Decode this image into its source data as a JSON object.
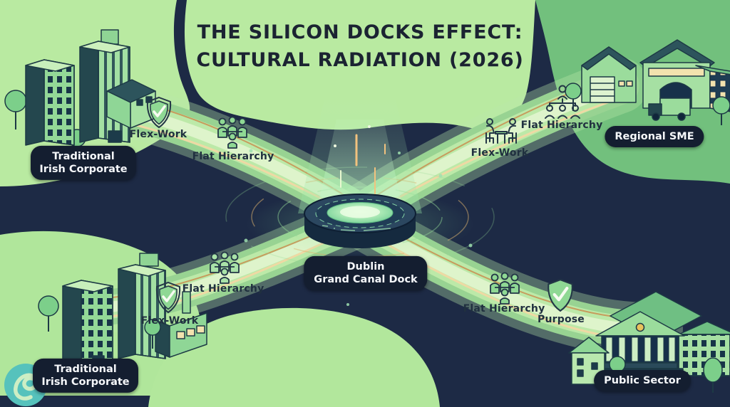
{
  "title": {
    "line1": "THE SILICON DOCKS EFFECT:",
    "line2": "CULTURAL RADIATION (2026)"
  },
  "hub": {
    "name_line1": "Dublin",
    "name_line2": "Grand Canal Dock"
  },
  "quadrants": {
    "top_left": {
      "name": "Traditional Irish Corporate",
      "features": [
        {
          "icon": "shield-check",
          "label": "Flex-Work"
        },
        {
          "icon": "people-group",
          "label": "Flat Hierarchy"
        }
      ]
    },
    "top_right": {
      "name": "Regional SME",
      "features": [
        {
          "icon": "desk-meeting",
          "label": "Flex-Work"
        },
        {
          "icon": "org-chart",
          "label": "Flat Hierarchy"
        }
      ]
    },
    "bottom_left": {
      "name": "Traditional Irish Corporate",
      "features": [
        {
          "icon": "people-group",
          "label": "Flat Hierarchy"
        },
        {
          "icon": "shield-check",
          "label": "Flex-Work"
        }
      ]
    },
    "bottom_right": {
      "name": "Public Sector",
      "features": [
        {
          "icon": "people-group",
          "label": "Flat Hierarchy"
        },
        {
          "icon": "shield-check",
          "label": "Purpose"
        }
      ]
    }
  },
  "colors": {
    "background_green": "#b9eaa1",
    "corner_green": "#72c07d",
    "navy": "#1d2a45",
    "stream_green": "#bce9a8",
    "accent_orange": "#d99a55",
    "accent_cream": "#eed9a4",
    "glow_green": "#bff0c0",
    "pill_bg": "#141e30",
    "pill_text": "#ffffff"
  }
}
